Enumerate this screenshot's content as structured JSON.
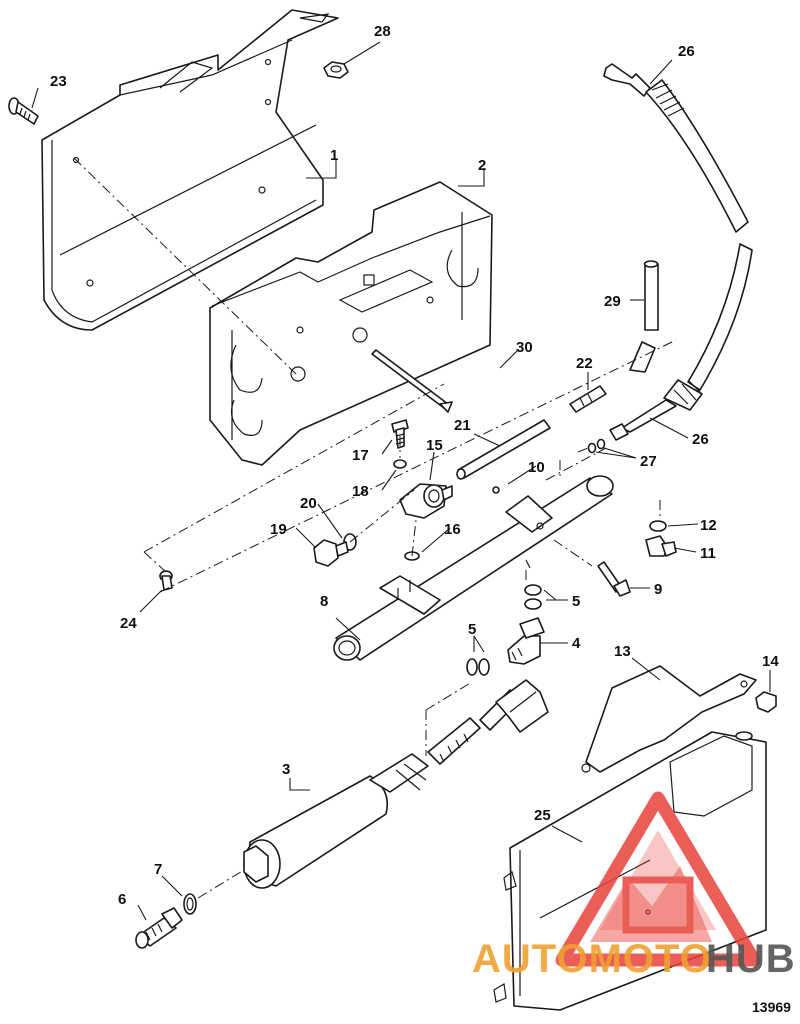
{
  "figure_number": "13969",
  "callouts": [
    {
      "id": "c1",
      "label": "1"
    },
    {
      "id": "c2",
      "label": "2"
    },
    {
      "id": "c3",
      "label": "3"
    },
    {
      "id": "c4",
      "label": "4"
    },
    {
      "id": "c5a",
      "label": "5"
    },
    {
      "id": "c5b",
      "label": "5"
    },
    {
      "id": "c6",
      "label": "6"
    },
    {
      "id": "c7",
      "label": "7"
    },
    {
      "id": "c8",
      "label": "8"
    },
    {
      "id": "c9",
      "label": "9"
    },
    {
      "id": "c10",
      "label": "10"
    },
    {
      "id": "c11",
      "label": "11"
    },
    {
      "id": "c12",
      "label": "12"
    },
    {
      "id": "c13",
      "label": "13"
    },
    {
      "id": "c14",
      "label": "14"
    },
    {
      "id": "c15",
      "label": "15"
    },
    {
      "id": "c16",
      "label": "16"
    },
    {
      "id": "c17",
      "label": "17"
    },
    {
      "id": "c18",
      "label": "18"
    },
    {
      "id": "c19",
      "label": "19"
    },
    {
      "id": "c20",
      "label": "20"
    },
    {
      "id": "c21",
      "label": "21"
    },
    {
      "id": "c22",
      "label": "22"
    },
    {
      "id": "c23",
      "label": "23"
    },
    {
      "id": "c24",
      "label": "24"
    },
    {
      "id": "c25",
      "label": "25"
    },
    {
      "id": "c26a",
      "label": "26"
    },
    {
      "id": "c26b",
      "label": "26"
    },
    {
      "id": "c27",
      "label": "27"
    },
    {
      "id": "c28",
      "label": "28"
    },
    {
      "id": "c29",
      "label": "29"
    },
    {
      "id": "c30",
      "label": "30"
    }
  ],
  "watermark": {
    "part1": "AUTOMOTO",
    "part2": "HUB",
    "color_primary": "#e8433a",
    "color_secondary": "#f0a033",
    "color_dark": "#555555"
  }
}
